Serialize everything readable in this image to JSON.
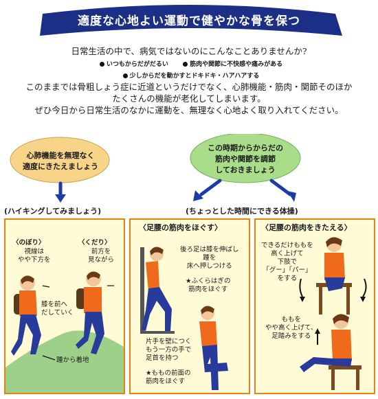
{
  "banner": {
    "title": "適度な心地よい運動で健やかな骨を保つ"
  },
  "intro": {
    "question": "日常生活の中で、病気ではないのにこんなことありませんか?",
    "bullets": [
      "いつもからだがだるい",
      "筋肉や関節に不快感や痛みがある",
      "少しからだを動かすとドキドキ・ハアハアする"
    ],
    "lines": [
      "このままでは骨粗しょう症に近道というだけでなく、心肺機能・筋肉・関節そのほか",
      "たくさんの機能が老化してしまいます。",
      "ぜひ今日から日常生活のなかに運動を、無理なく心地よく取り入れてください。"
    ]
  },
  "left_oval": {
    "lines": [
      "心肺機能を無理なく",
      "適度にきたえましょう"
    ]
  },
  "right_oval": {
    "lines": [
      "この時期からからだの",
      "筋肉や関節を調節",
      "しておきましょう"
    ]
  },
  "labels": {
    "hiking": "(ハイキングしてみましょう)",
    "short_time": "(ちょっとした時間にできる体操)"
  },
  "hiking_panel": {
    "up_title": "〈のぼり〉",
    "up_desc": [
      "視線は",
      "やや下方を"
    ],
    "down_title": "〈くだり〉",
    "down_desc": [
      "前方を",
      "見ながら"
    ],
    "knee": [
      "膝を前へ",
      "だしていく"
    ],
    "heel": "踵から着地"
  },
  "loosen_panel": {
    "title": "〈足腰の筋肉をほぐす〉",
    "step1": [
      "後ろ足は膝を伸ばし",
      "踵を",
      "床へ押しつける"
    ],
    "step1_note": [
      "★ふくらはぎの",
      "筋肉をほぐす"
    ],
    "step2": [
      "片手を壁につく",
      "もう一方の手で",
      "足首を持つ"
    ],
    "step2_note": [
      "★ももの前面の",
      "筋肉をほぐす"
    ]
  },
  "train_panel": {
    "title": "〈足腰の筋肉をきたえる〉",
    "step1": [
      "できるだけももを",
      "高く上げて",
      "下肢で",
      "「グー」「パー」",
      "をする"
    ],
    "step2": [
      "ももを",
      "やや高く上げて、",
      "足踏みをする"
    ]
  },
  "colors": {
    "banner": "#1b2f86",
    "oval_left": "#f8d488",
    "oval_right": "#a9dd8a",
    "arrow": "#1d3aa8",
    "panel_border": "#e8820c",
    "panel_bg": "#fffbd6",
    "shirt": "#ef6a1c",
    "pants": "#283a9a",
    "hill": "#9fd08a"
  }
}
